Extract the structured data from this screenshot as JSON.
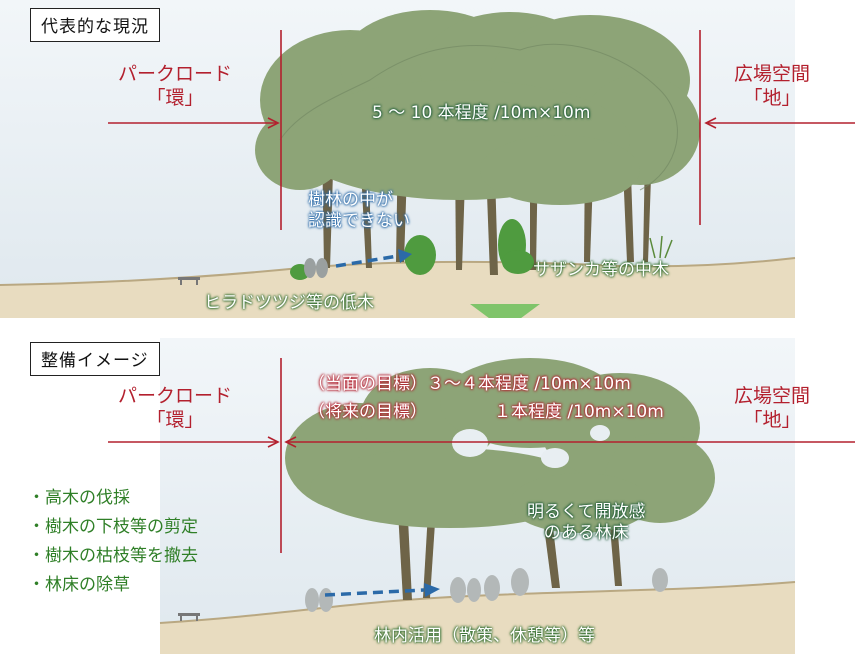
{
  "top": {
    "section_label": "代表的な現況",
    "park_road_line1": "パークロード",
    "park_road_line2": "「環」",
    "plaza_line1": "広場空間",
    "plaza_line2": "「地」",
    "density": "5 〜 10 本程度 /10m×10m",
    "visibility_line1": "樹林の中が",
    "visibility_line2": "認識できない",
    "mid_trees": "サザンカ等の中木",
    "low_trees": "ヒラドツツジ等の低木"
  },
  "bottom": {
    "section_label": "整備イメージ",
    "park_road_line1": "パークロード",
    "park_road_line2": "「環」",
    "plaza_line1": "広場空間",
    "plaza_line2": "「地」",
    "goal_current": "（当面の目標）３〜４本程度 /10m×10m",
    "goal_future": "（将来の目標）",
    "goal_future_value": "１本程度 /10m×10m",
    "bullets": [
      "・高木の伐採",
      "・樹木の下枝等の剪定",
      "・樹木の枯枝等を撤去",
      "・林床の除草"
    ],
    "forest_floor_line1": "明るくて開放感",
    "forest_floor_line2": "のある林床",
    "usage": "林内活用（散策、休憩等）等"
  },
  "colors": {
    "red": "#b3202e",
    "green": "#2f7f27",
    "blue_arrow": "#2b6aa8",
    "canopy": "#8da477",
    "sky": "#e4ecf2",
    "ground": "#e8dcc0",
    "down_arrow": "#7fc46a"
  }
}
